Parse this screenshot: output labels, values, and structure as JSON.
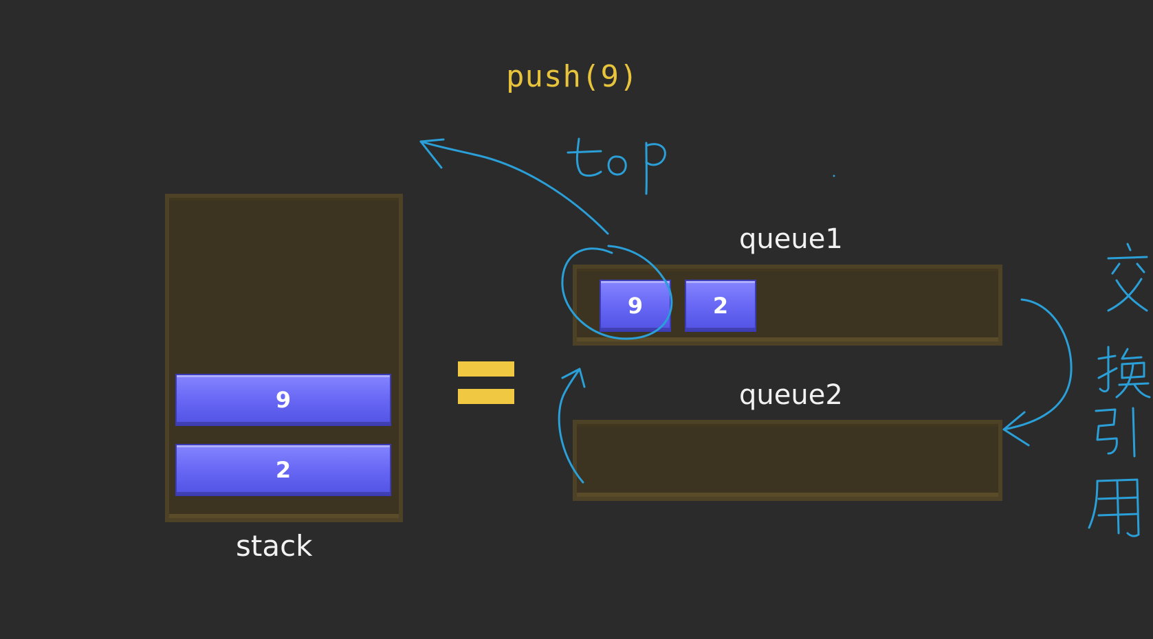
{
  "operation": "push(9)",
  "stack": {
    "label": "stack",
    "items": [
      "9",
      "2"
    ]
  },
  "equals_sign": "=",
  "queue1": {
    "label": "queue1",
    "items": [
      "9",
      "2"
    ]
  },
  "queue2": {
    "label": "queue2",
    "items": []
  },
  "annotations": {
    "top_text": "top",
    "swap_text": "交换引用",
    "ink_color": "#2a9fd8"
  },
  "colors": {
    "background": "#2b2b2b",
    "operation_text": "#e8c33c",
    "block": "#6a6af6",
    "container": "#3c3320",
    "equals": "#f0c842"
  }
}
